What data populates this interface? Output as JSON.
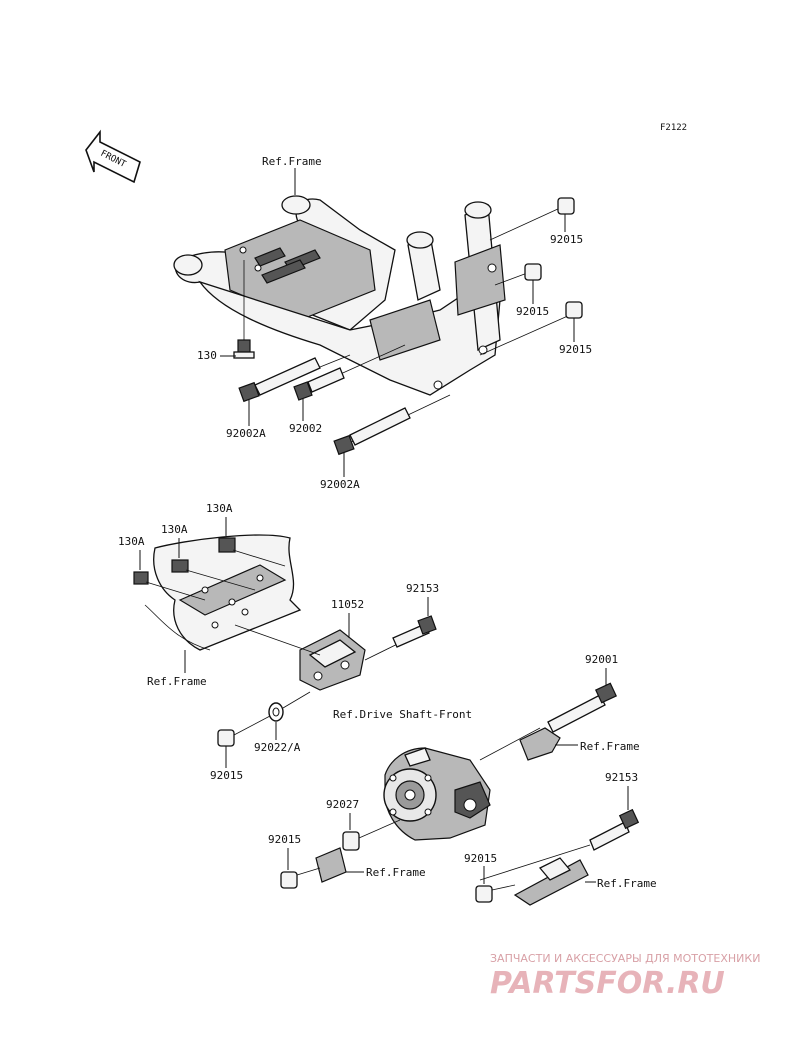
{
  "diagram_code": "F2122",
  "front_arrow": "FRONT",
  "labels": {
    "ref_frame_top": "Ref.Frame",
    "ref_frame_mid": "Ref.Frame",
    "ref_frame_right": "Ref.Frame",
    "ref_frame_bottom_left": "Ref.Frame",
    "ref_frame_bottom_right": "Ref.Frame",
    "ref_drive_shaft": "Ref.Drive Shaft-Front",
    "p130": "130",
    "p92002A_a": "92002A",
    "p92002": "92002",
    "p92002A_b": "92002A",
    "p92015_a": "92015",
    "p92015_b": "92015",
    "p92015_c": "92015",
    "p130A_a": "130A",
    "p130A_b": "130A",
    "p130A_c": "130A",
    "p11052": "11052",
    "p92153_a": "92153",
    "p92001": "92001",
    "p92015_d": "92015",
    "p92022A": "92022/A",
    "p92153_b": "92153",
    "p92027": "92027",
    "p92015_e": "92015",
    "p92015_f": "92015"
  },
  "watermark": {
    "tagline": "ЗАПЧАСТИ И АКСЕССУАРЫ ДЛЯ МОТОТЕХНИКИ",
    "brand": "PARTSFOR.RU"
  }
}
